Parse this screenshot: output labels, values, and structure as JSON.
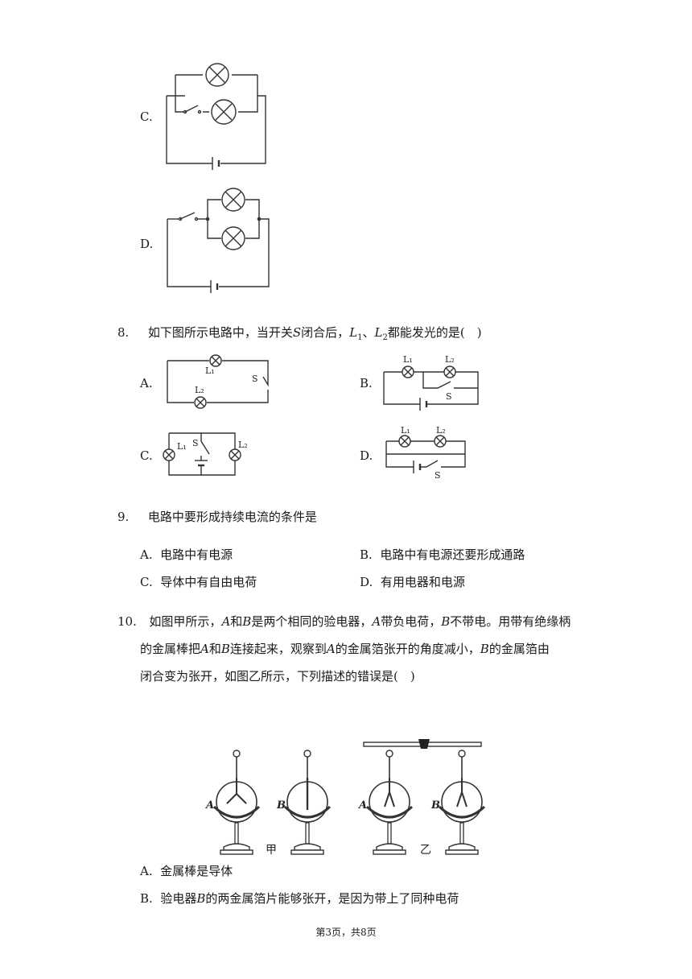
{
  "opt_c_prev": "C.",
  "opt_d_prev": "D.",
  "q8": {
    "num": "8.",
    "text_a": "如下图所示电路中，当开关",
    "var_s": "S",
    "text_b": "闭合后，",
    "l1": "L",
    "l1_sub": "1",
    "sep": "、",
    "l2": "L",
    "l2_sub": "2",
    "text_c": "都能发光的是(　)",
    "options": [
      "A.",
      "B.",
      "C.",
      "D."
    ],
    "circuit_labels": {
      "L1": "L₁",
      "L2": "L₂",
      "S": "S"
    }
  },
  "q9": {
    "num": "9.",
    "text": "电路中要形成持续电流的条件是",
    "options": [
      {
        "key": "A.",
        "text": "电路中有电源"
      },
      {
        "key": "B.",
        "text": "电路中有电源还要形成通路"
      },
      {
        "key": "C.",
        "text": "导体中有自由电荷"
      },
      {
        "key": "D.",
        "text": "有用电器和电源"
      }
    ]
  },
  "q10": {
    "num": "10.",
    "line1": [
      "如图甲所示，",
      "A",
      "和",
      "B",
      "是两个相同的验电器，",
      "A",
      "带负电荷，",
      "B",
      "不带电。用带有绝缘柄"
    ],
    "line2": [
      "的金属棒把",
      "A",
      "和",
      "B",
      "连接起来，观察到",
      "A",
      "的金属箔张开的角度减小，",
      "B",
      "的金属箔由"
    ],
    "line3": "闭合变为张开，如图乙所示，下列描述的错误是(　)",
    "figure": {
      "label_a": "A",
      "label_b": "B",
      "caption_left": "甲",
      "caption_right": "乙"
    },
    "option_a": {
      "key": "A.",
      "text": "金属棒是导体"
    },
    "option_b": {
      "key": "B.",
      "pre": "验电器",
      "var": "B",
      "post": "的两金属箔片能够张开，是因为带上了同种电荷"
    }
  },
  "footer": "第3页，共8页"
}
